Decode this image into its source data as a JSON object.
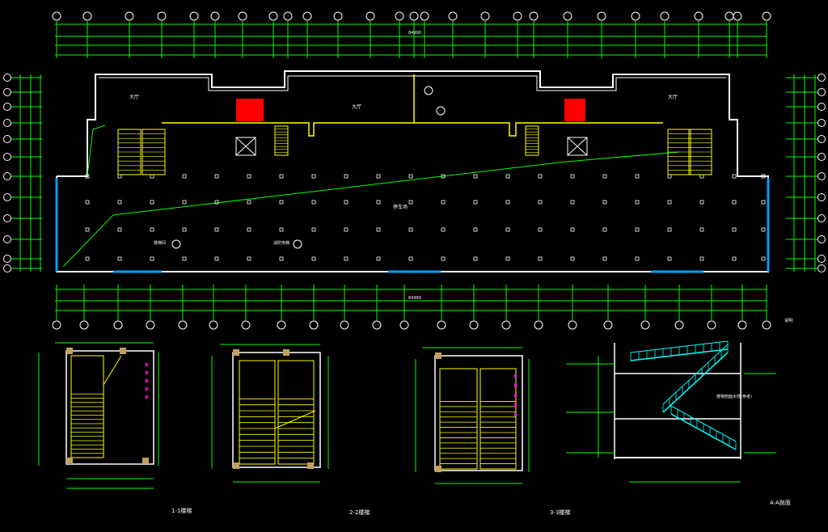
{
  "drawing": {
    "plan_labels": {
      "room_a": "大厅",
      "room_b": "大厅",
      "room_c": "大厅",
      "central_room": "停车场",
      "dim_top": "84990",
      "dim_bottom": "84990",
      "annot_1": "楼梯间",
      "annot_2": "消防电梯"
    },
    "details": {
      "stair_1_title": "1-1楼梯",
      "stair_2_title": "2-2楼梯",
      "stair_3_title": "3-3楼梯",
      "section_title": "A-A剖面",
      "section_note": "楼梯剖面大样(参考)"
    },
    "side_note": "说明:"
  },
  "colors": {
    "background": "#000000",
    "dimension": "#00ff00",
    "wall": "#ffffff",
    "yellow": "#ffff00",
    "cyan": "#00ffff",
    "red": "#ff0000",
    "magenta": "#ff00ff",
    "blue": "#00a0ff"
  }
}
